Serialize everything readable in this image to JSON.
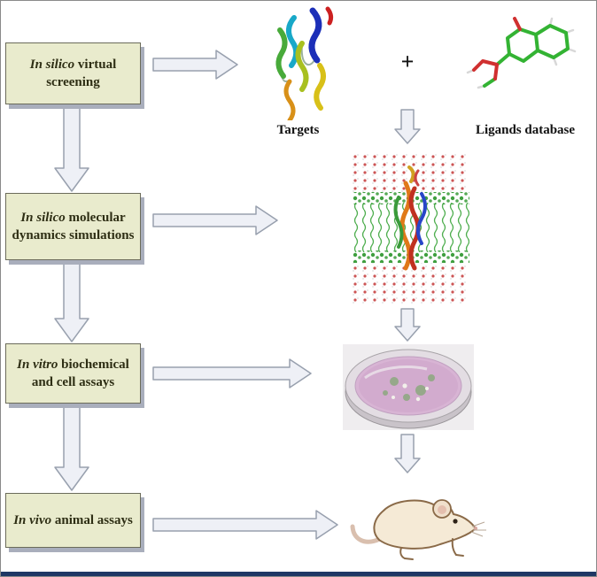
{
  "boxes": [
    {
      "italic": "In silico",
      "rest": "virtual screening"
    },
    {
      "italic": "In silico",
      "rest": "molecular dynamics simulations"
    },
    {
      "italic": "In vitro",
      "rest": "biochemical and cell assays"
    },
    {
      "italic": "In vivo",
      "rest": "animal assays"
    }
  ],
  "captions": {
    "targets": "Targets",
    "plus": "+",
    "ligands": "Ligands database"
  },
  "images": {
    "protein": "protein-ribbon-structure",
    "ligand": "ligand-molecule-sticks",
    "md": "molecular-dynamics-membrane-simulation",
    "petri": "petri-dish-cell-assay",
    "mouse": "laboratory-mouse"
  },
  "colors": {
    "box_bg": "#e9ebcd",
    "box_border": "#6b6b5a",
    "box_shadow": "#a9aebc",
    "arrow_fill": "#eef0f6",
    "arrow_stroke": "#98a0ae",
    "text": "#2e2e14",
    "bottom_bar": "#1e3765"
  }
}
